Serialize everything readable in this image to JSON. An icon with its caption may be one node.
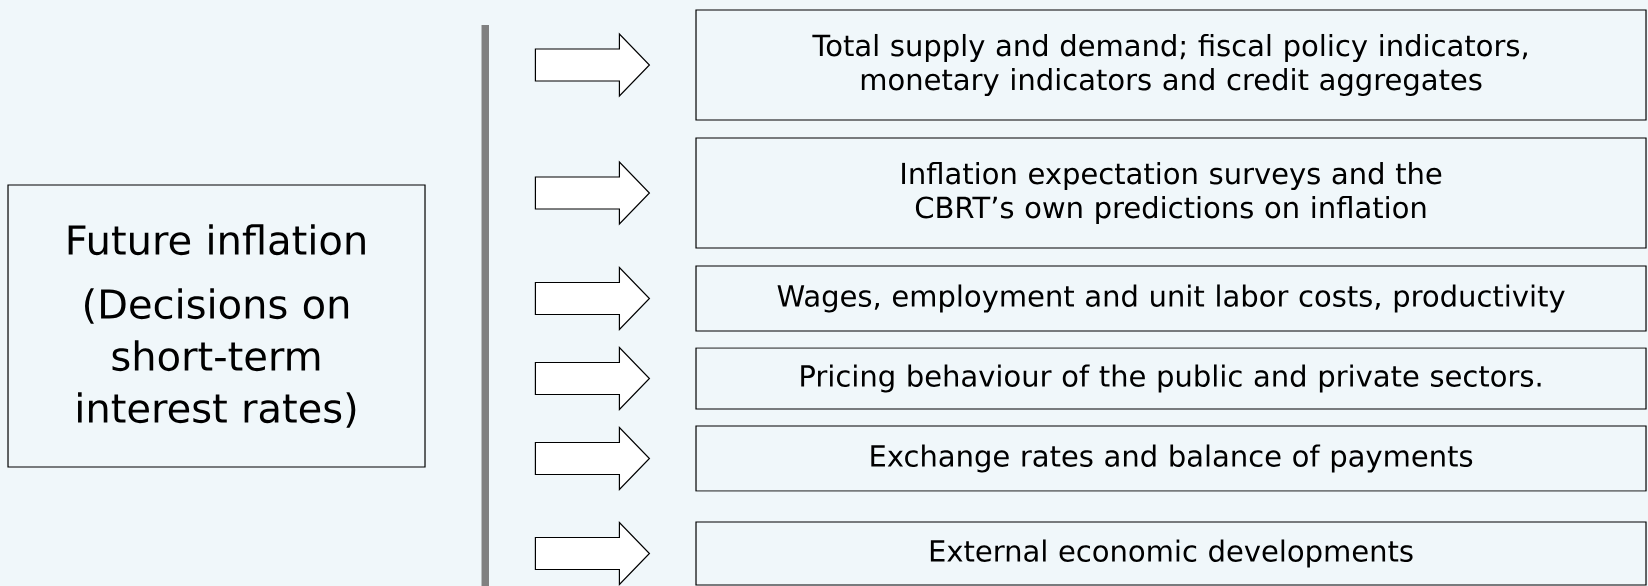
{
  "diagram": {
    "nodes": [
      {
        "text": [
          "Future inflation",
          "(Decisions on short-term interest rates)"
        ]
      },
      {
        "text": [
          "Total supply and demand; fiscal policy indicators, monetary indicators and credit aggregates"
        ]
      },
      {
        "text": [
          "Inflation expectation surveys and the CBRT’s own predictions on inflation"
        ]
      },
      {
        "text": [
          "Wages, employment and unit labor costs, productivity"
        ]
      },
      {
        "text": [
          "Pricing behaviour of the public and private sectors."
        ]
      },
      {
        "text": [
          "Exchange rates and balance of payments"
        ]
      },
      {
        "text": [
          "External economic developments"
        ]
      }
    ],
    "edges": [
      {
        "from": null,
        "to": 1,
        "arrow": "to"
      },
      {
        "from": null,
        "to": 2,
        "arrow": "to"
      },
      {
        "from": null,
        "to": 3,
        "arrow": "to"
      },
      {
        "from": null,
        "to": 4,
        "arrow": "to"
      },
      {
        "from": null,
        "to": 5,
        "arrow": "to"
      },
      {
        "from": null,
        "to": 6,
        "arrow": "to"
      }
    ]
  }
}
